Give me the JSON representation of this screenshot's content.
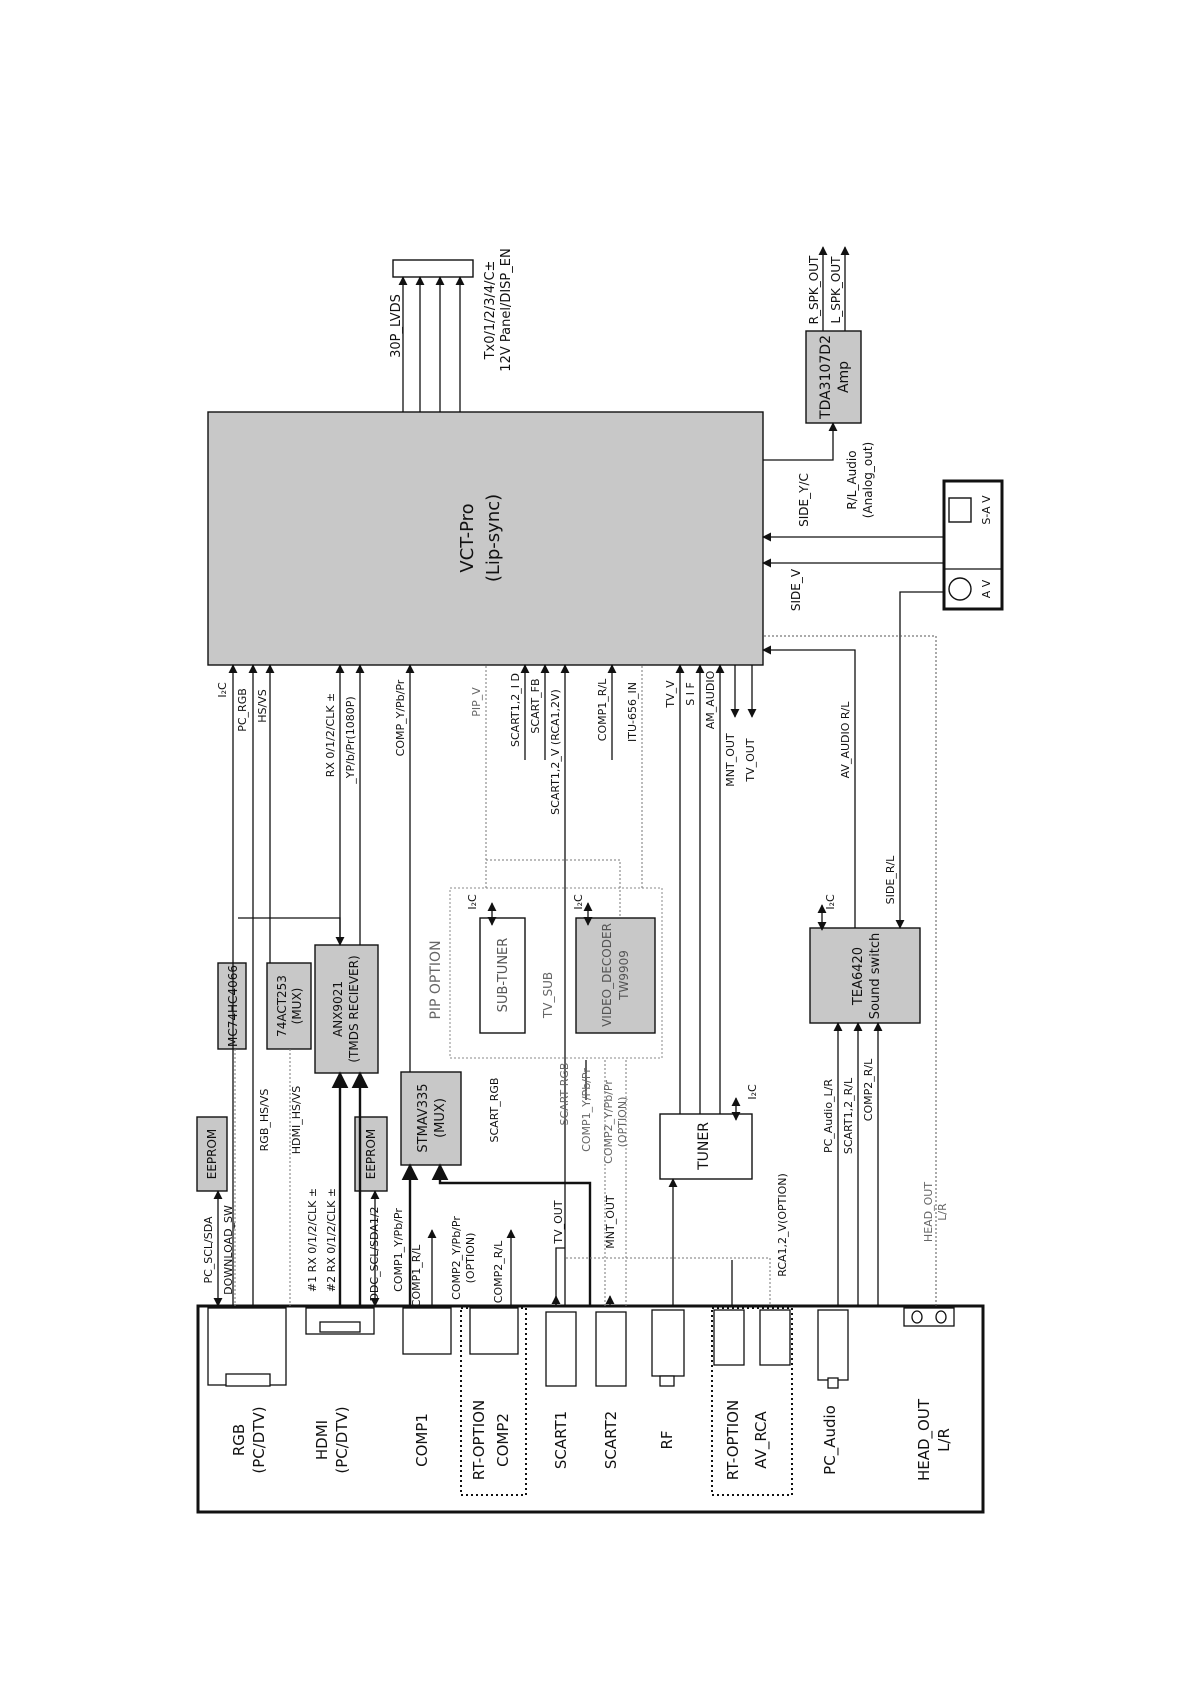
{
  "blocks": {
    "vct": {
      "line1": "VCT-Pro",
      "line2": "(Lip-sync)"
    },
    "lvds": {
      "label": "30P_LVDS",
      "note1": "Tx0/1/2/3/4/C±",
      "note2": "12V Panel/DISP_EN"
    },
    "amp": {
      "line1": "TDA3107D2",
      "line2": "Amp",
      "out_r": "R_SPK_OUT",
      "out_l": "L_SPK_OUT",
      "in": "R/L_Audio",
      "in2": "(Analog_out)"
    },
    "sav": {
      "av": "A V",
      "sav": "S-A V",
      "side_yc": "SIDE_Y/C",
      "side_v": "SIDE_V"
    },
    "eeprom1": {
      "label": "EEPROM"
    },
    "eeprom2": {
      "label": "EEPROM"
    },
    "mc74": {
      "label": "MC74HC4066"
    },
    "act253": {
      "line1": "74ACT253",
      "line2": "(MUX)"
    },
    "anx": {
      "line1": "ANX9021",
      "line2": "(TMDS RECIEVER)"
    },
    "stmav": {
      "line1": "STMAV335",
      "line2": "(MUX)"
    },
    "pip": {
      "label": "PIP OPTION",
      "subtuner": "SUB-TUNER",
      "tvsub": "TV_SUB",
      "vdec1": "VIDEO_DECODER",
      "vdec2": "TW9909",
      "i2c_a": "I₂C",
      "i2c_b": "I₂C"
    },
    "tuner": {
      "label": "TUNER",
      "i2c": "I₂C"
    },
    "tea": {
      "line1": "TEA6420",
      "line2": "Sound switch",
      "i2c": "I₂C"
    }
  },
  "signals": {
    "i2c": "I₂C",
    "pc_rgb": "PC_RGB",
    "hs_vs": "HS/VS",
    "rx": "RX 0/1/2/CLK ±",
    "ypbpr1080": "_YP/b/Pr(1080P)",
    "comp_ypbpr": "COMP_Y/Pb/Pr",
    "pip_v": "PIP_V",
    "scart_id": "SCART1,2_I D",
    "scart_fb": "SCART_FB",
    "scart_v": "SCART1,2_V (RCA1,2V)",
    "comp1_rl": "COMP1_R/L",
    "itu": "ITU-656_IN",
    "tv_v": "TV_V",
    "sif": "S I F",
    "am_audio": "AM_AUDIO",
    "mnt_out": "MNT_OUT",
    "tv_out": "TV_OUT",
    "av_audio": "AV_AUDIO R/L",
    "side_rl": "SIDE_R/L",
    "pc_scl": "PC_SCL/SDA",
    "download": "DOWNLOAD_SW",
    "rgb_hsvs": "RGB_HS/VS",
    "hdmi_hsvs": "HDMI_HS/VS",
    "rx1": "#1 RX 0/1/2/CLK ±",
    "rx2": "#2 RX 0/1/2/CLK ±",
    "ddc": "DDC_SCL/SDA1/2",
    "comp1_y": "COMP1_Y/Pb/Pr",
    "comp1_rl2": "COMP1_R/L",
    "comp2_y": "COMP2_Y/Pb/Pr",
    "option": "(OPTION)",
    "comp2_rl": "COMP2_R/L",
    "scart_rgb": "SCART_RGB",
    "scart_rgb2": "SCART RGB",
    "comp1_ypp": "COMP1_Y/Pb/Pr",
    "comp2_ypp": "COMP2_Y/Pb/Pr",
    "tv_out2": "TV_OUT",
    "mnt_out2": "MNT_OUT",
    "rca": "RCA1,2_V(OPTION)",
    "pc_audio_lr": "PC_Audio_L/R",
    "scart_rl": "SCART1,2_R/L",
    "comp2_rl2": "COMP2_R/L",
    "head_out": "HEAD_OUT",
    "head_lr": "L/R"
  },
  "inputs": [
    {
      "line1": "RGB",
      "line2": "(PC/DTV)"
    },
    {
      "line1": "HDMI",
      "line2": "(PC/DTV)"
    },
    {
      "line1": "COMP1",
      "line2": ""
    },
    {
      "line1": "RT-OPTION",
      "line2": "COMP2"
    },
    {
      "line1": "SCART1",
      "line2": ""
    },
    {
      "line1": "SCART2",
      "line2": ""
    },
    {
      "line1": "RF",
      "line2": ""
    },
    {
      "line1": "RT-OPTION",
      "line2": "AV_RCA"
    },
    {
      "line1": "PC_Audio",
      "line2": ""
    },
    {
      "line1": "HEAD_OUT",
      "line2": "L/R"
    }
  ]
}
